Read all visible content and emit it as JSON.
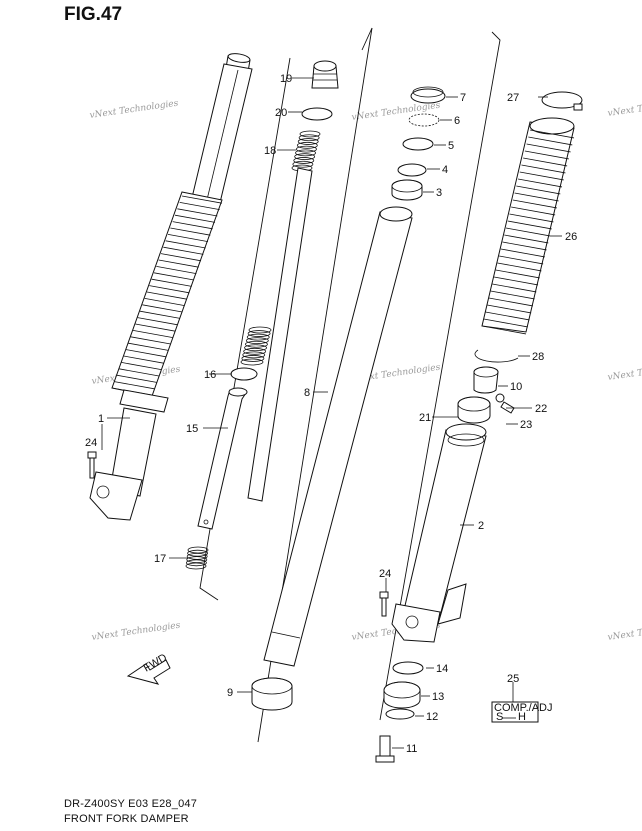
{
  "figure": {
    "title": "FIG.47",
    "model_code": "DR-Z400SY E03 E28_047",
    "caption": "FRONT FORK DAMPER"
  },
  "watermark": "vNext Technologies",
  "fwd_label": "FWD",
  "label_25": {
    "line1": "COMP./ADJ",
    "line2_left": "S",
    "line2_right": "H"
  },
  "callouts": [
    {
      "id": "c1",
      "text": "1"
    },
    {
      "id": "c2",
      "text": "2"
    },
    {
      "id": "c3",
      "text": "3"
    },
    {
      "id": "c4",
      "text": "4"
    },
    {
      "id": "c5",
      "text": "5"
    },
    {
      "id": "c6",
      "text": "6"
    },
    {
      "id": "c7",
      "text": "7"
    },
    {
      "id": "c8",
      "text": "8"
    },
    {
      "id": "c9",
      "text": "9"
    },
    {
      "id": "c10",
      "text": "10"
    },
    {
      "id": "c11",
      "text": "11"
    },
    {
      "id": "c12",
      "text": "12"
    },
    {
      "id": "c13",
      "text": "13"
    },
    {
      "id": "c14",
      "text": "14"
    },
    {
      "id": "c15",
      "text": "15"
    },
    {
      "id": "c16",
      "text": "16"
    },
    {
      "id": "c17",
      "text": "17"
    },
    {
      "id": "c18",
      "text": "18"
    },
    {
      "id": "c19",
      "text": "19"
    },
    {
      "id": "c20",
      "text": "20"
    },
    {
      "id": "c21",
      "text": "21"
    },
    {
      "id": "c22",
      "text": "22"
    },
    {
      "id": "c23",
      "text": "23"
    },
    {
      "id": "c24a",
      "text": "24"
    },
    {
      "id": "c24b",
      "text": "24"
    },
    {
      "id": "c25",
      "text": "25"
    },
    {
      "id": "c26",
      "text": "26"
    },
    {
      "id": "c27",
      "text": "27"
    },
    {
      "id": "c28",
      "text": "28"
    }
  ]
}
